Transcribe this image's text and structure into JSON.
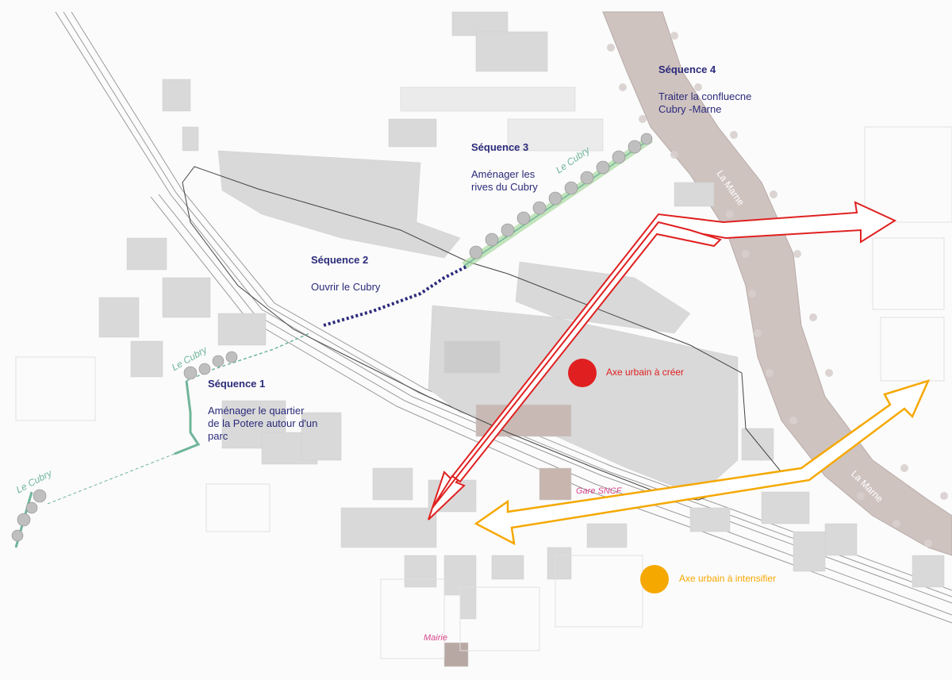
{
  "colors": {
    "background": "#fbfbfb",
    "building": "#d9d9d9",
    "building_dark": "#c4c4c4",
    "river": "#cfc3c0",
    "stream_label": "#6fb59a",
    "sequence_text": "#2b2a7a",
    "new_axis": "#e02020",
    "intensify_axis": "#f5a800",
    "place_label": "#d6478c",
    "rail": "#9a9a9a"
  },
  "sequences": [
    {
      "title": "Séquence 1",
      "description": "Aménager le quartier\nde la Potere autour d'un\nparc"
    },
    {
      "title": "Séquence 2",
      "description": "Ouvrir le Cubry"
    },
    {
      "title": "Séquence 3",
      "description": "Aménager les\nrives du Cubry"
    },
    {
      "title": "Séquence 4",
      "description": "Traiter la confluecne\nCubry -Marne"
    }
  ],
  "legend": {
    "new_axis": {
      "label": "Axe urbain à créer",
      "color": "#e02020"
    },
    "intensify_axis": {
      "label": "Axe urbain à intensifier",
      "color": "#f5a800"
    }
  },
  "places": {
    "station": "Gare SNCF",
    "town_hall": "Mairie"
  },
  "rivers": {
    "marne_upper": "La Marne",
    "marne_lower": "La Marne"
  },
  "streams": {
    "cubry_left": "Le Cubry",
    "cubry_mid": "Le Cubry",
    "cubry_top": "Le Cubry"
  }
}
